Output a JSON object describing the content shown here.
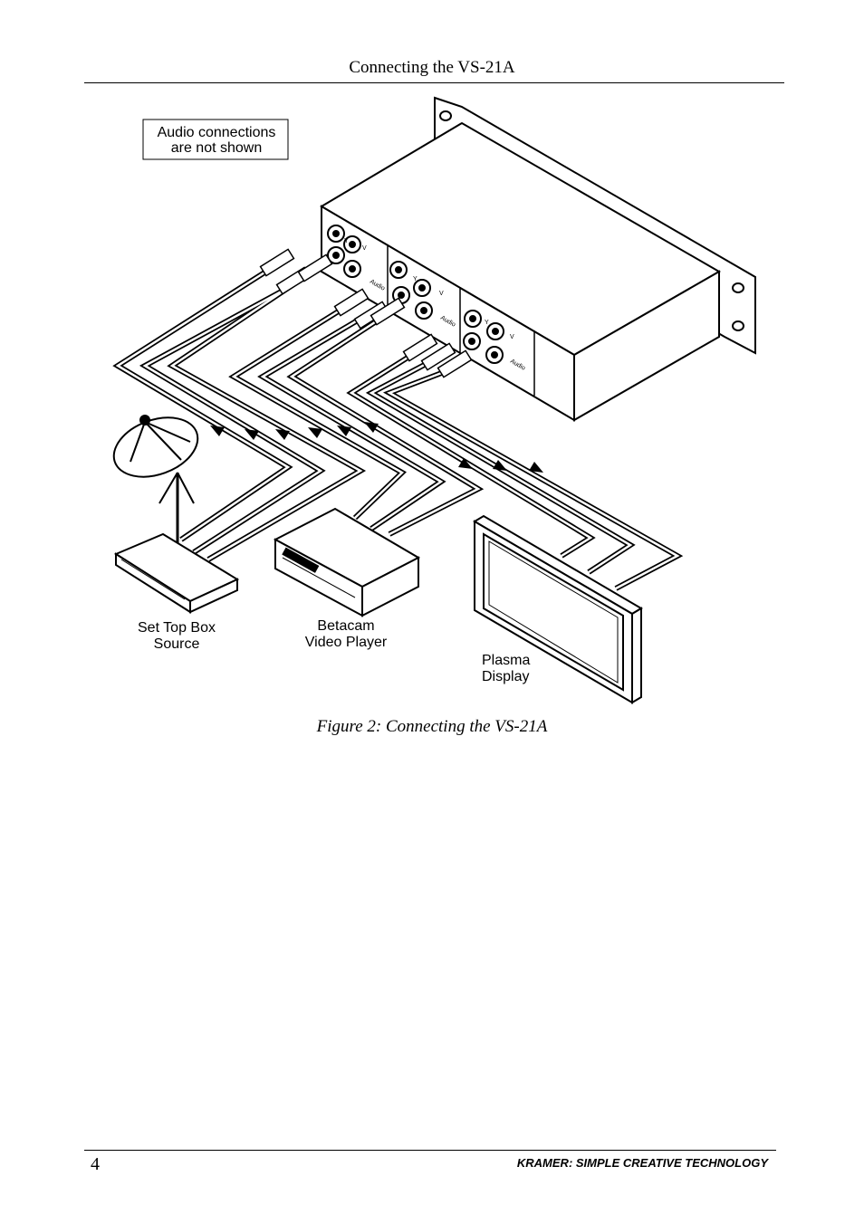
{
  "header": {
    "title": "Connecting the VS-21A"
  },
  "figure": {
    "note_line1": "Audio connections",
    "note_line2": "are not shown",
    "devices": {
      "set_top_box": {
        "line1": "Set Top Box",
        "line2": "Source"
      },
      "betacam": {
        "line1": "Betacam",
        "line2": "Video Player"
      },
      "plasma": {
        "line1": "Plasma",
        "line2": "Display"
      }
    },
    "panel_labels": {
      "y": "Y",
      "v": "V",
      "audio": "Audio"
    },
    "caption": "Figure 2: Connecting the VS-21A"
  },
  "footer": {
    "page_number": "4",
    "brand": "KRAMER:  SIMPLE CREATIVE TECHNOLOGY"
  }
}
